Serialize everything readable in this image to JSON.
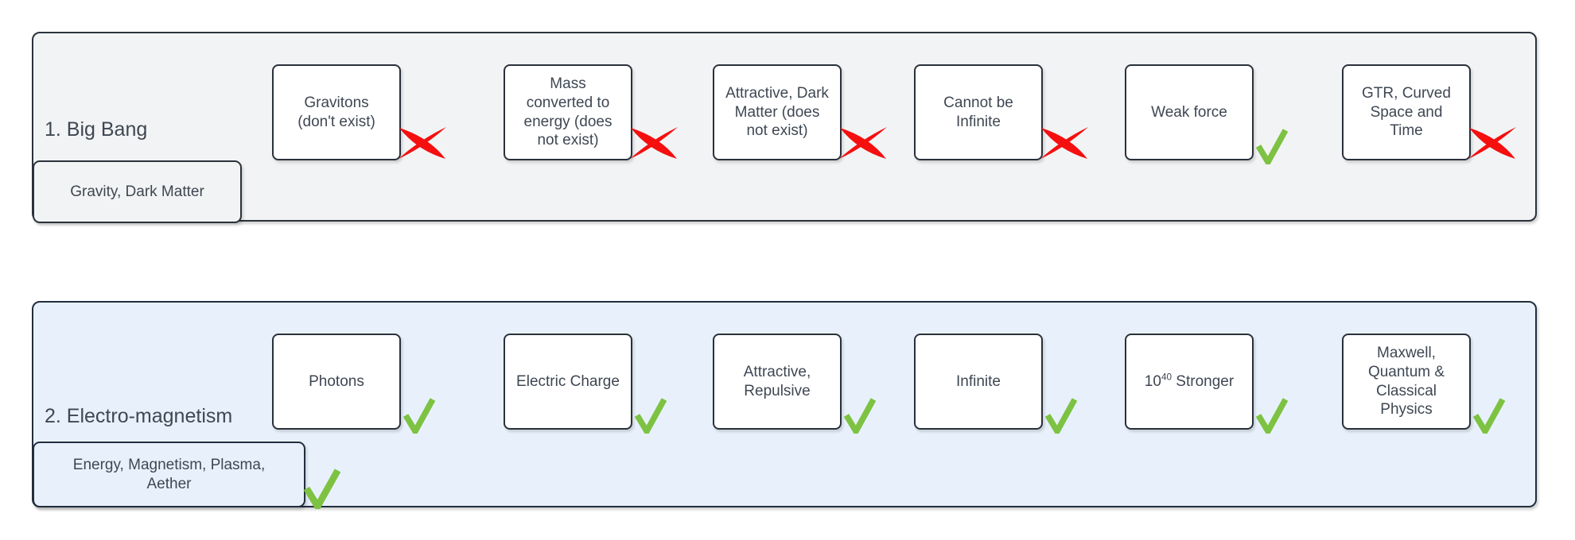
{
  "rows": [
    {
      "id": "big-bang",
      "title": "1. Big Bang",
      "theme": {
        "bg": "#f2f3f4",
        "border": "#2b323c"
      },
      "tag": {
        "label": "Gravity, Dark Matter",
        "mark": "none"
      },
      "boxes": [
        {
          "label": "Gravitons (don't exist)",
          "mark": "cross"
        },
        {
          "label": "Mass converted to energy (does not exist)",
          "mark": "cross"
        },
        {
          "label": "Attractive, Dark Matter (does not exist)",
          "mark": "cross"
        },
        {
          "label": "Cannot be Infinite",
          "mark": "cross"
        },
        {
          "label": "Weak force",
          "mark": "check"
        },
        {
          "label": "GTR, Curved Space and Time",
          "mark": "cross"
        }
      ]
    },
    {
      "id": "electro-magnetism",
      "title": "2. Electro-magnetism",
      "theme": {
        "bg": "#e8f1fb",
        "border": "#212e3e"
      },
      "tag": {
        "label": "Energy, Magnetism, Plasma, Aether",
        "mark": "check"
      },
      "boxes": [
        {
          "label": "Photons",
          "mark": "check"
        },
        {
          "label": "Electric Charge",
          "mark": "check"
        },
        {
          "label": "Attractive, Repulsive",
          "mark": "check"
        },
        {
          "label": "Infinite",
          "mark": "check"
        },
        {
          "label": "10^{40} Stronger",
          "mark": "check"
        },
        {
          "label": "Maxwell, Quantum & Classical Physics",
          "mark": "check"
        }
      ]
    }
  ],
  "colors": {
    "check_green": "#7dc242",
    "cross_red": "#f50f0f",
    "text": "#3f4753",
    "box_bg": "#ffffff",
    "box_border": "#2a313b"
  }
}
